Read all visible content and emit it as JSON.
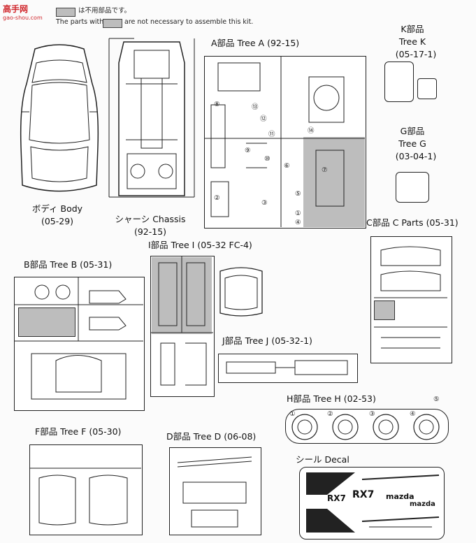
{
  "watermark": {
    "brand": "高手网",
    "url": "gao-shou.com"
  },
  "legend": {
    "jp": "は不用部品です。",
    "en_before": "The parts with",
    "en_after": "are not necessary to assemble this kit."
  },
  "parts": {
    "body": {
      "name": "ボディ Body",
      "code": "(05-29)"
    },
    "chassis": {
      "name": "シャーシ Chassis",
      "code": "(92-15)"
    },
    "tree_a": {
      "name": "A部品 Tree A",
      "code": "(92-15)"
    },
    "tree_k": {
      "name_jp": "K部品",
      "name_en": "Tree K",
      "code": "(05-17-1)"
    },
    "tree_g": {
      "name_jp": "G部品",
      "name_en": "Tree G",
      "code": "(03-04-1)"
    },
    "tree_c": {
      "name": "C部品 C Parts",
      "code": "(05-31)"
    },
    "tree_b": {
      "name": "B部品 Tree B",
      "code": "(05-31)"
    },
    "tree_i": {
      "name": "I部品 Tree I",
      "code": "(05-32 FC-4)"
    },
    "tree_j": {
      "name": "J部品 Tree J",
      "code": "(05-32-1)"
    },
    "tree_h": {
      "name": "H部品 Tree H",
      "code": "(02-53)"
    },
    "tree_f": {
      "name": "F部品 Tree F",
      "code": "(05-30)"
    },
    "tree_d": {
      "name": "D部品 Tree D",
      "code": "(06-08)"
    },
    "decal": {
      "name": "シール Decal"
    }
  },
  "tree_a_numbers": [
    "⑧",
    "⑬",
    "⑫",
    "⑪",
    "⑭",
    "⑨",
    "⑩",
    "⑥",
    "⑦",
    "②",
    "⑤",
    "③",
    "①",
    "④"
  ],
  "tree_h_numbers": [
    "①",
    "②",
    "③",
    "④",
    "⑤"
  ],
  "decal_text": {
    "rx7_a": "RX7",
    "rx7_b": "RX7",
    "mazda_a": "mazda",
    "mazda_b": "mazda"
  }
}
